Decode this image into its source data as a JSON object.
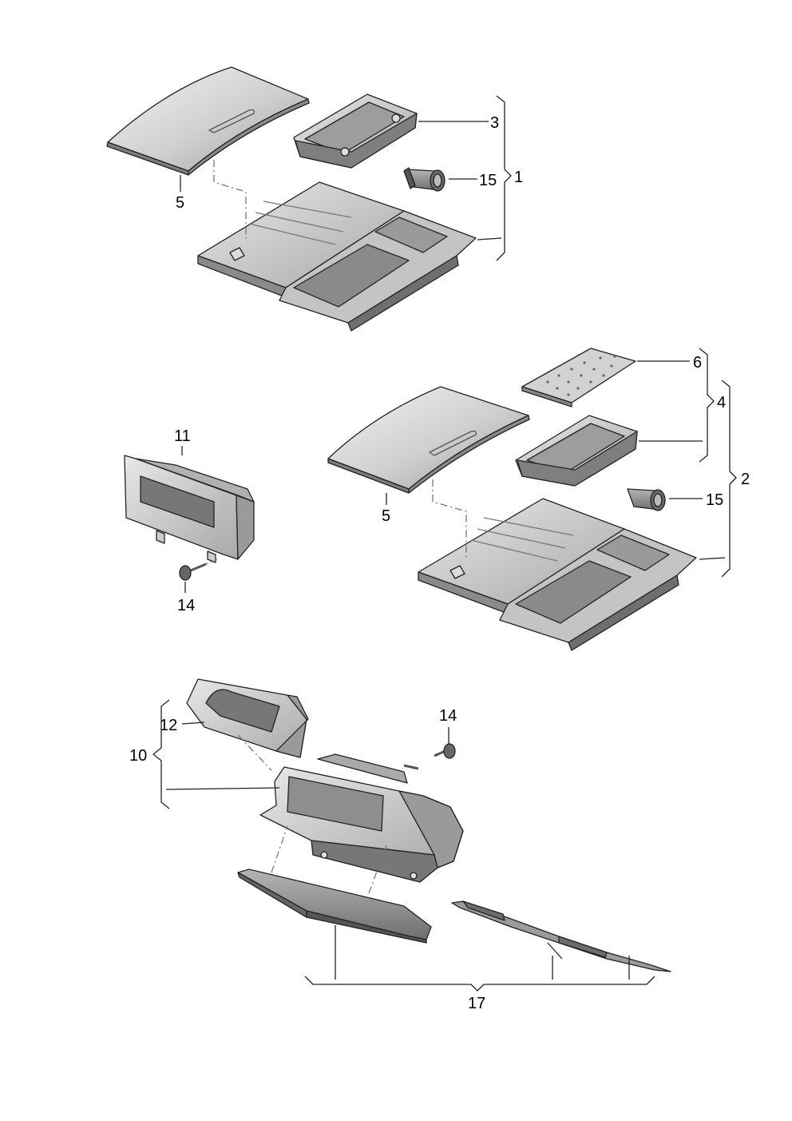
{
  "callouts": {
    "c1": "1",
    "c2": "2",
    "c3": "3",
    "c4": "4",
    "c5a": "5",
    "c5b": "5",
    "c6": "6",
    "c10": "10",
    "c11": "11",
    "c12": "12",
    "c14a": "14",
    "c14b": "14",
    "c15a": "15",
    "c15b": "15",
    "c17": "17"
  },
  "colors": {
    "part_light": "#e6e6e6",
    "part_mid": "#bdbdbd",
    "part_dark": "#8c8c8c",
    "outline": "#222222"
  }
}
